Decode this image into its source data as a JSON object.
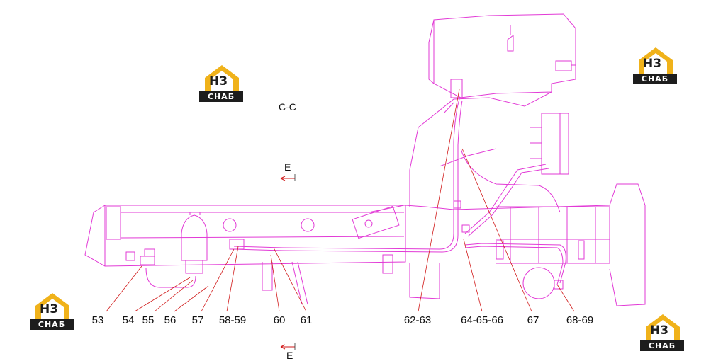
{
  "diagram": {
    "section_title": "C-C",
    "view_label_top": "E",
    "view_label_bottom": "E",
    "line_color": "#e23ad6",
    "arrow_color": "#d11a1a",
    "callouts": [
      "53",
      "54",
      "55",
      "56",
      "57",
      "58-59",
      "60",
      "61",
      "62-63",
      "64-65-66",
      "67",
      "68-69"
    ]
  },
  "watermark": {
    "mark_text": "H3",
    "caption": "СНАБ",
    "accent": "#f0b21a"
  }
}
